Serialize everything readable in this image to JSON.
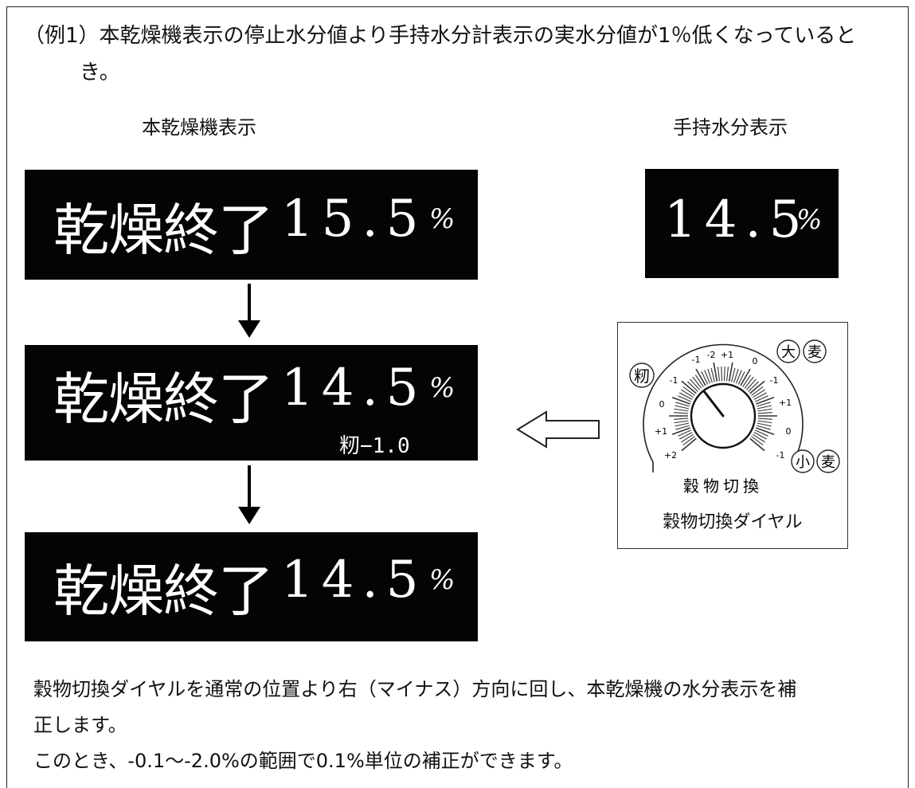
{
  "heading": {
    "line1": "（例1）本乾燥機表示の停止水分値より手持水分計表示の実水分値が1％低くなっていると",
    "line2": "き。"
  },
  "labels": {
    "dryer": "本乾燥機表示",
    "handheld": "手持水分表示"
  },
  "panels": {
    "before": {
      "label": "乾燥終了",
      "value": "15.5",
      "unit": "%"
    },
    "adjusting": {
      "label": "乾燥終了",
      "value": "14.5",
      "unit": "%",
      "sub": "籾−1.0"
    },
    "after": {
      "label": "乾燥終了",
      "value": "14.5",
      "unit": "%"
    },
    "handheld": {
      "value": "14.5",
      "unit": "%"
    }
  },
  "dial": {
    "caption": "穀物切換ダイヤル",
    "inner_label": "穀物切換",
    "grain_paddy": "籾",
    "grain_barley": [
      "大",
      "麦"
    ],
    "grain_wheat": [
      "小",
      "麦"
    ],
    "scale_paddy": [
      "-1",
      "0",
      "+1",
      "+2"
    ],
    "scale_barley": [
      "-2",
      "+1",
      "-1",
      "0",
      "-1"
    ],
    "scale_wheat": [
      "+1",
      "0",
      "-1"
    ]
  },
  "body": {
    "line1": "穀物切換ダイヤルを通常の位置より右（マイナス）方向に回し、本乾燥機の水分表示を補",
    "line2": "正します。",
    "line3": "このとき、-0.1〜-2.0%の範囲で0.1%単位の補正ができます。"
  },
  "colors": {
    "panel_bg": "#040404",
    "panel_text": "#ffffff",
    "line": "#000000"
  }
}
